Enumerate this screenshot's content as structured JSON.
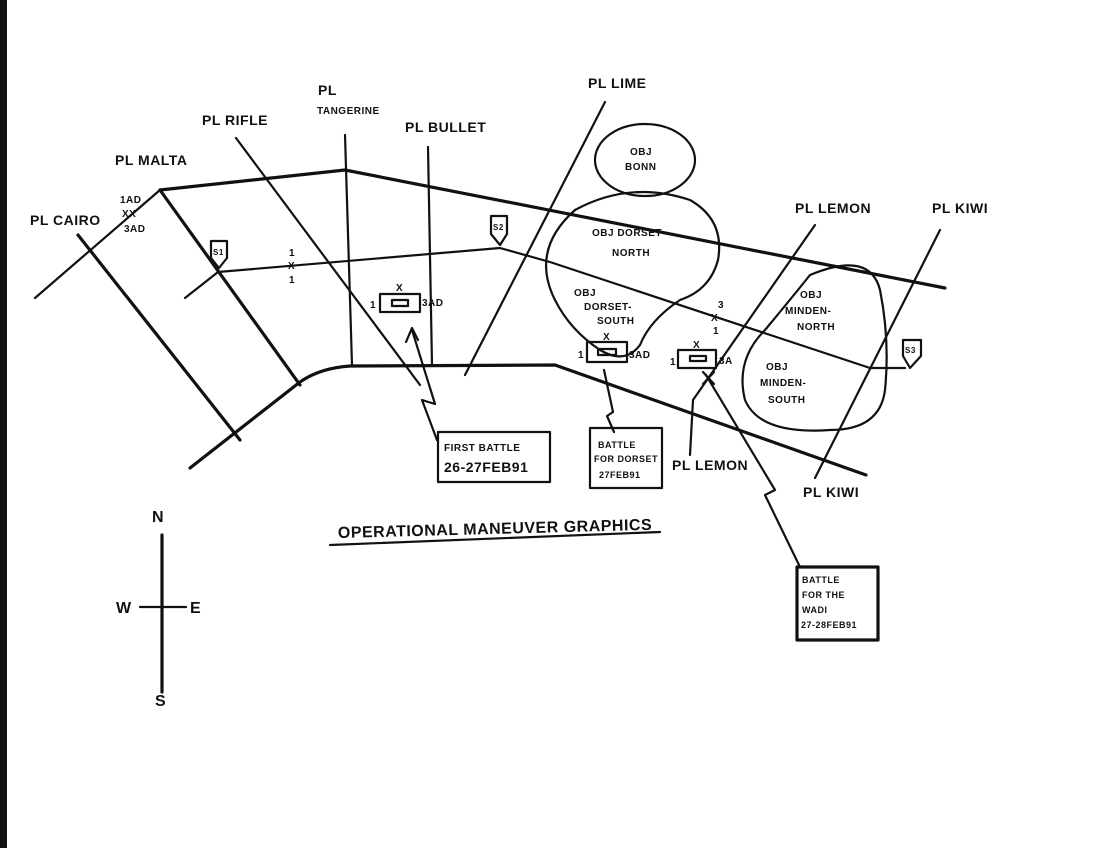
{
  "title": "OPERATIONAL MANEUVER GRAPHICS",
  "phase_lines": {
    "cairo": "PL CAIRO",
    "malta": "PL MALTA",
    "rifle": "PL RIFLE",
    "tangerine_1": "PL",
    "tangerine_2": "TANGERINE",
    "bullet": "PL BULLET",
    "lime": "PL LIME",
    "lemon_top": "PL LEMON",
    "lemon_bottom": "PL LEMON",
    "kiwi_top": "PL KIWI",
    "kiwi_bottom": "PL KIWI"
  },
  "boundary": {
    "upper": "1AD",
    "symbol": "XX",
    "lower": "3AD"
  },
  "brigade_boundary": {
    "top": "1",
    "symbol": "X",
    "bottom": "1"
  },
  "brigade_boundary_2": {
    "top": "3",
    "symbol": "X",
    "bottom": "1"
  },
  "objectives": {
    "bonn_1": "OBJ",
    "bonn_2": "BONN",
    "dorset_north_1": "OBJ DORSET-",
    "dorset_north_2": "NORTH",
    "dorset_south_1": "OBJ",
    "dorset_south_2": "DORSET-",
    "dorset_south_3": "SOUTH",
    "minden_north_1": "OBJ",
    "minden_north_2": "MINDEN-",
    "minden_north_3": "NORTH",
    "minden_south_1": "OBJ",
    "minden_south_2": "MINDEN-",
    "minden_south_3": "SOUTH"
  },
  "checkpoints": [
    "S1",
    "S2",
    "S3"
  ],
  "units": [
    {
      "left": "1",
      "echelon": "X",
      "right": "3AD"
    },
    {
      "left": "1",
      "echelon": "X",
      "right": "3AD"
    },
    {
      "left": "1",
      "echelon": "X",
      "right": "3A"
    }
  ],
  "callouts": {
    "first_1": "FIRST BATTLE",
    "first_2": "26-27FEB91",
    "dorset_1": "BATTLE",
    "dorset_2": "FOR DORSET",
    "dorset_3": "27FEB91",
    "wadi_1": "BATTLE",
    "wadi_2": "FOR THE",
    "wadi_3": "WADI",
    "wadi_4": "27-28FEB91"
  },
  "compass": {
    "n": "N",
    "s": "S",
    "e": "E",
    "w": "W"
  }
}
